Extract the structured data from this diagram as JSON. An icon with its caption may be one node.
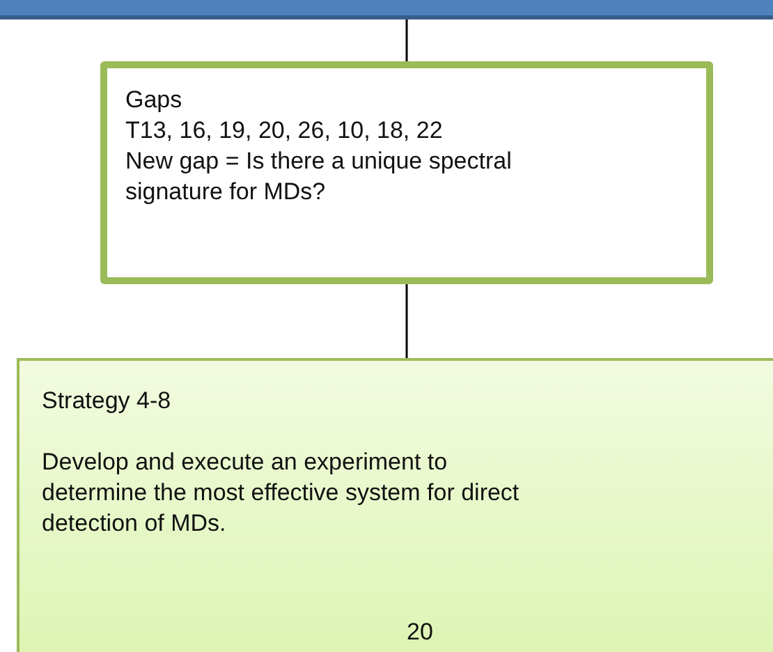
{
  "diagram": {
    "nodes": [
      {
        "text": [],
        "shape": "bar"
      },
      {
        "text": [
          "Gaps",
          "T13, 16, 19, 20, 26, 10, 18, 22",
          "New gap = Is there a unique spectral signature for MDs?"
        ]
      },
      {
        "text": [
          "Strategy 4-8",
          "Develop and execute an experiment to determine the most effective system for direct detection of MDs."
        ]
      }
    ],
    "edges": [
      {
        "from": 0,
        "to": 1,
        "arrow": "none"
      },
      {
        "from": 1,
        "to": 2,
        "arrow": "none"
      }
    ],
    "labels": [
      "20"
    ]
  }
}
